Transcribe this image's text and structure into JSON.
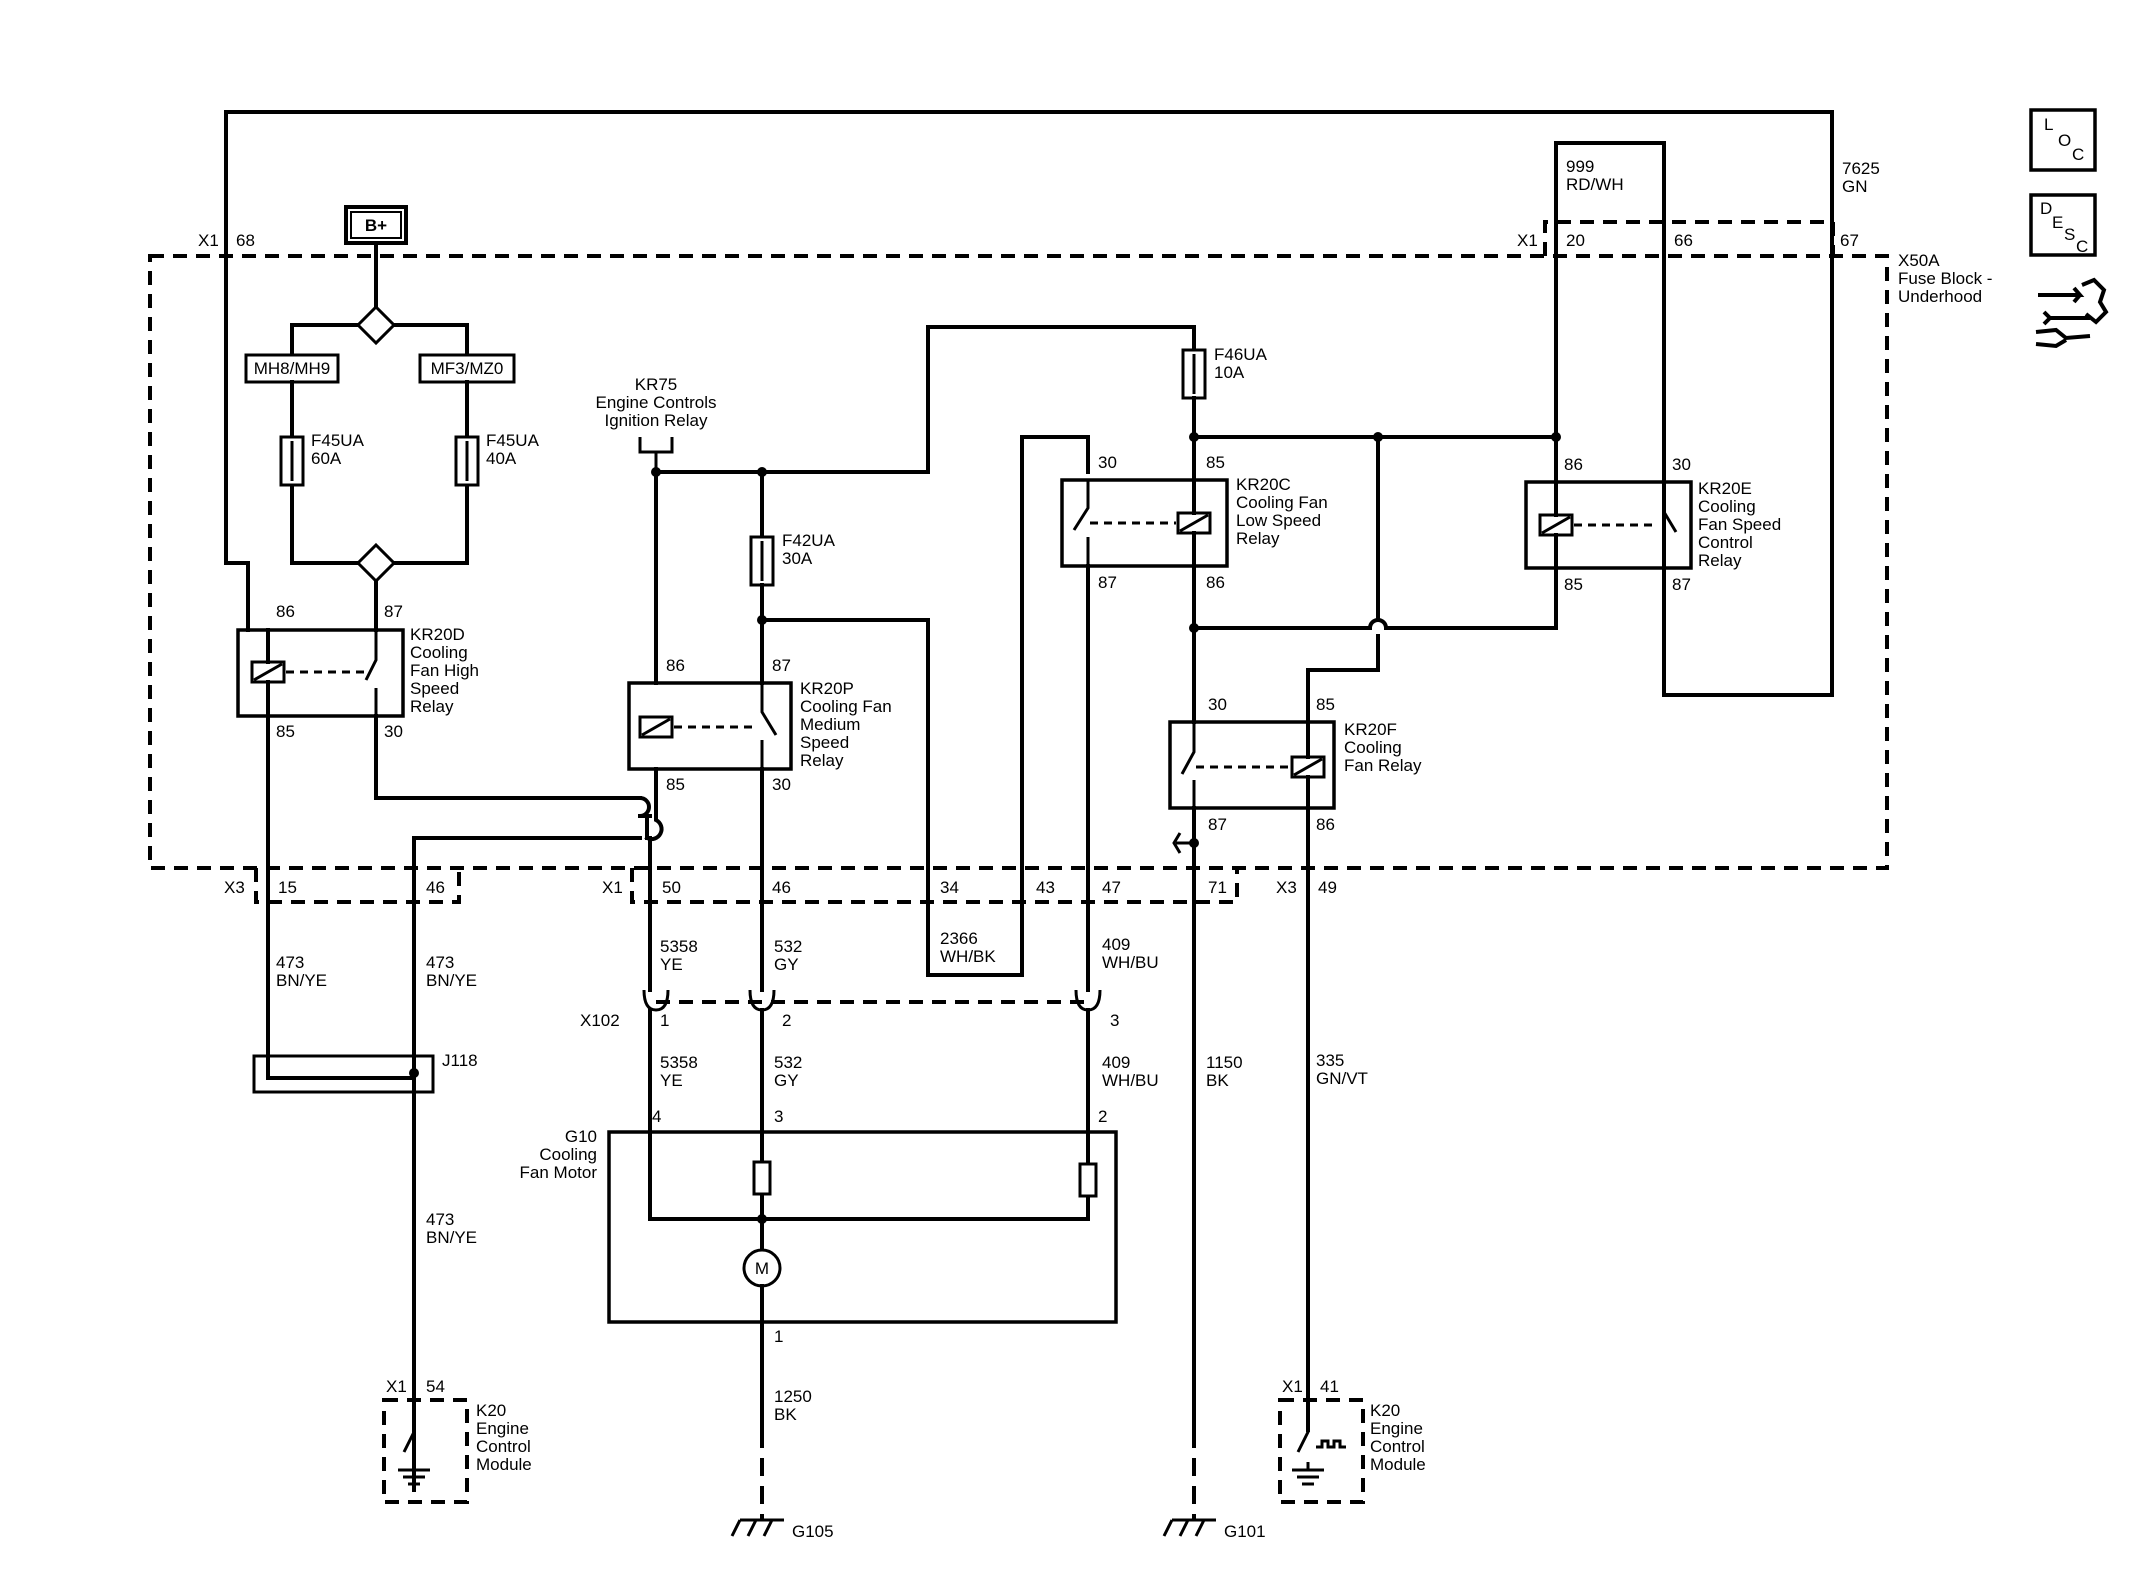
{
  "battery": "B+",
  "options": {
    "left": "MH8/MH9",
    "right": "MF3/MZ0"
  },
  "fuses": {
    "f45ua_60": {
      "name": "F45UA",
      "rating": "60A"
    },
    "f45ua_40": {
      "name": "F45UA",
      "rating": "40A"
    },
    "f42ua": {
      "name": "F42UA",
      "rating": "30A"
    },
    "f46ua": {
      "name": "F46UA",
      "rating": "10A"
    }
  },
  "relays": {
    "kr20d": {
      "lines": [
        "KR20D",
        "Cooling",
        "Fan High",
        "Speed",
        "Relay"
      ],
      "pins": [
        "86",
        "87",
        "85",
        "30"
      ]
    },
    "kr20p": {
      "lines": [
        "KR20P",
        "Cooling Fan",
        "Medium",
        "Speed",
        "Relay"
      ],
      "pins": [
        "86",
        "87",
        "85",
        "30"
      ]
    },
    "kr20c": {
      "lines": [
        "KR20C",
        "Cooling Fan",
        "Low Speed",
        "Relay"
      ],
      "pins": [
        "30",
        "85",
        "87",
        "86"
      ]
    },
    "kr20e": {
      "lines": [
        "KR20E",
        "Cooling",
        "Fan Speed",
        "Control",
        "Relay"
      ],
      "pins": [
        "86",
        "30",
        "85",
        "87"
      ]
    },
    "kr20f": {
      "lines": [
        "KR20F",
        "Cooling",
        "Fan Relay"
      ],
      "pins": [
        "30",
        "85",
        "87",
        "86"
      ]
    },
    "kr75": {
      "lines": [
        "KR75",
        "Engine Controls",
        "Ignition Relay"
      ]
    }
  },
  "fuse_block": {
    "lines": [
      "X50A",
      "Fuse Block -",
      "Underhood"
    ]
  },
  "connectors": {
    "x1_top_left": {
      "name": "X1",
      "pin": "68"
    },
    "x1_top_right": {
      "name": "X1",
      "pins": [
        "20",
        "66",
        "67"
      ]
    },
    "x3_left": {
      "name": "X3",
      "pins": [
        "15",
        "46"
      ]
    },
    "x1_mid": {
      "name": "X1",
      "pins": [
        "50",
        "46",
        "34",
        "43",
        "47",
        "71"
      ]
    },
    "x3_right": {
      "name": "X3",
      "pin": "49"
    },
    "x102": {
      "name": "X102",
      "pins": [
        "1",
        "2",
        "3"
      ]
    },
    "j118": "J118",
    "motor_pins": [
      "4",
      "3",
      "2",
      "1"
    ],
    "k20_left": {
      "name": "X1",
      "pin": "54"
    },
    "k20_right": {
      "name": "X1",
      "pin": "41"
    }
  },
  "wires": {
    "w999": {
      "circuit": "999",
      "color": "RD/WH"
    },
    "w7625": {
      "circuit": "7625",
      "color": "GN"
    },
    "w473a": {
      "circuit": "473",
      "color": "BN/YE"
    },
    "w473b": {
      "circuit": "473",
      "color": "BN/YE"
    },
    "w473c": {
      "circuit": "473",
      "color": "BN/YE"
    },
    "w5358a": {
      "circuit": "5358",
      "color": "YE"
    },
    "w5358b": {
      "circuit": "5358",
      "color": "YE"
    },
    "w532a": {
      "circuit": "532",
      "color": "GY"
    },
    "w532b": {
      "circuit": "532",
      "color": "GY"
    },
    "w2366": {
      "circuit": "2366",
      "color": "WH/BK"
    },
    "w409a": {
      "circuit": "409",
      "color": "WH/BU"
    },
    "w409b": {
      "circuit": "409",
      "color": "WH/BU"
    },
    "w1150": {
      "circuit": "1150",
      "color": "BK"
    },
    "w335": {
      "circuit": "335",
      "color": "GN/VT"
    },
    "w1250": {
      "circuit": "1250",
      "color": "BK"
    }
  },
  "motor": {
    "lines": [
      "G10",
      "Cooling",
      "Fan Motor"
    ],
    "symbol": "M"
  },
  "ecm_left": {
    "lines": [
      "K20",
      "Engine",
      "Control",
      "Module"
    ]
  },
  "ecm_right": {
    "lines": [
      "K20",
      "Engine",
      "Control",
      "Module"
    ]
  },
  "grounds": {
    "left": "G105",
    "right": "G101"
  },
  "side_icons": {
    "loc": {
      "letters": [
        "L",
        "O",
        "C"
      ]
    },
    "desc": {
      "letters": [
        "D",
        "E",
        "S",
        "C"
      ]
    }
  }
}
